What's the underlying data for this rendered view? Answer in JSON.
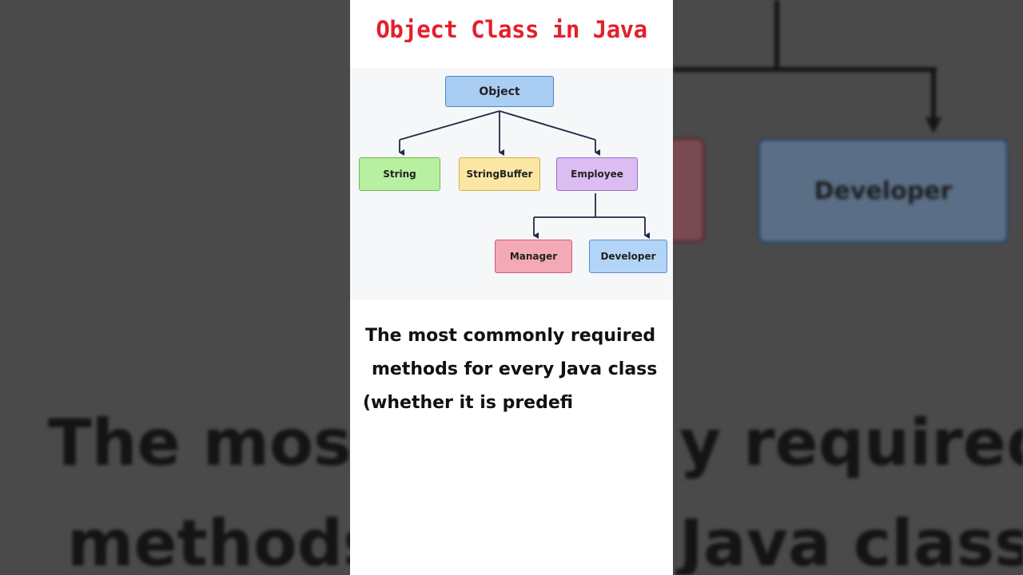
{
  "title": "Object Class in Java",
  "diagram": {
    "root": "Object",
    "children": [
      "String",
      "StringBuffer",
      "Employee"
    ],
    "employee_children": [
      "Manager",
      "Developer"
    ]
  },
  "caption": {
    "line1": "The most commonly required",
    "line2": "methods for every Java class",
    "line3": "(whether it is predefi"
  },
  "background": {
    "dev_label": "Developer",
    "text_l1_left": "The most",
    "text_l1_right": "y required",
    "text_l2_left": "methods",
    "text_l2_right": "Java class"
  },
  "colors": {
    "title": "#e3202c",
    "object": "#a9cdf3",
    "string": "#b7f0a0",
    "stringbuffer": "#fbe7a3",
    "employee": "#dbbdf2",
    "manager": "#f4a9b6",
    "developer": "#b2d4f6"
  }
}
